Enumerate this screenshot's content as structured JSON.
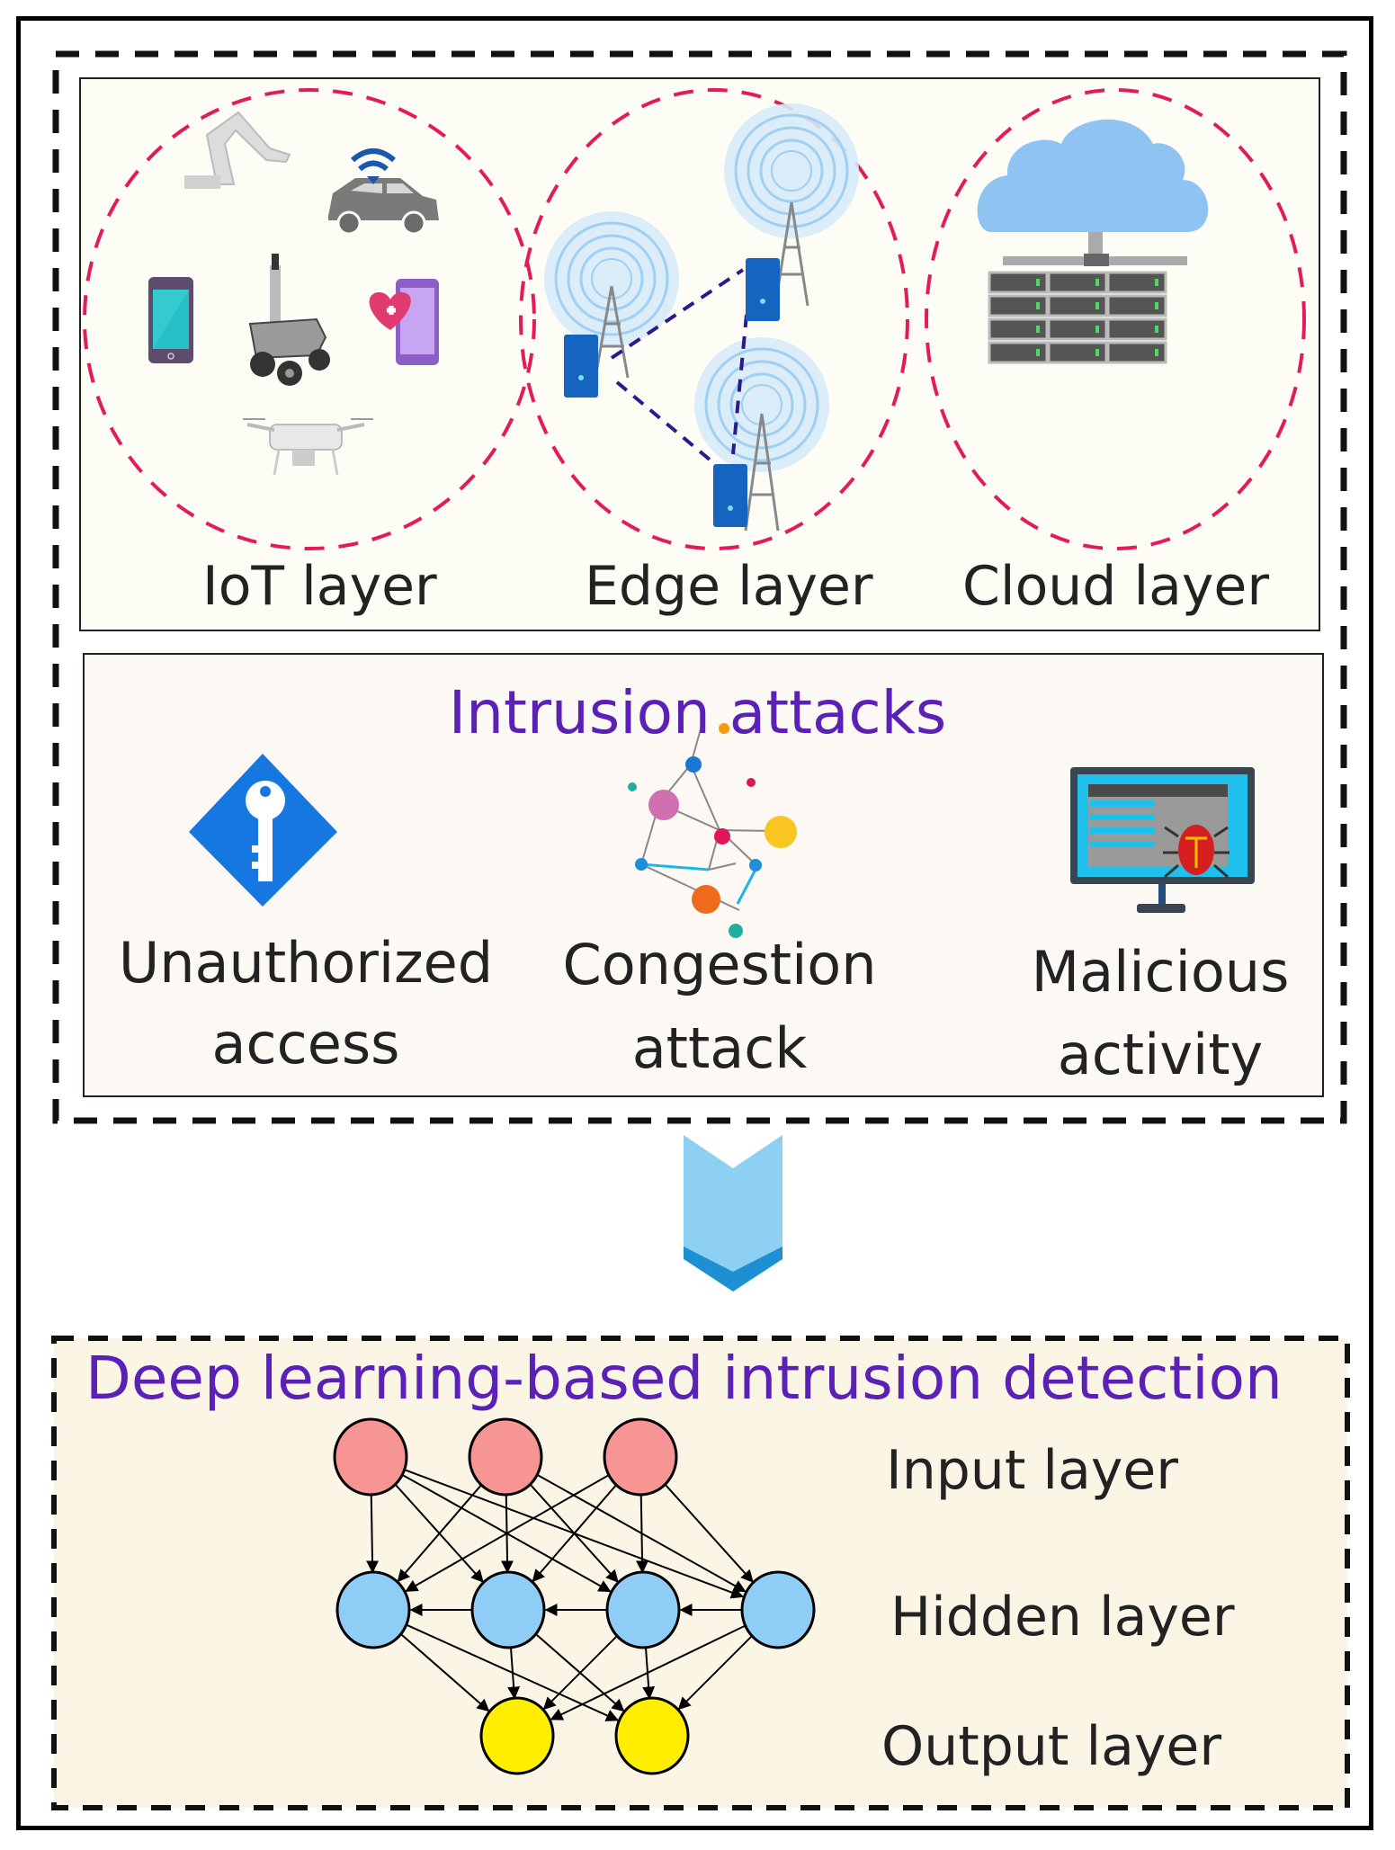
{
  "layers": {
    "iot": {
      "label": "IoT layer",
      "icons": [
        "robot-arm-icon",
        "connected-car-icon",
        "smartphone-icon",
        "rover-robot-icon",
        "health-app-icon",
        "drone-icon"
      ]
    },
    "edge": {
      "label": "Edge layer",
      "icons": [
        "cell-tower-icon",
        "edge-server-icon"
      ]
    },
    "cloud": {
      "label": "Cloud layer",
      "icons": [
        "cloud-icon",
        "server-rack-icon"
      ]
    }
  },
  "attacks": {
    "title": "Intrusion attacks",
    "items": [
      {
        "line1": "Unauthorized",
        "line2": "access",
        "icon": "key-diamond-icon"
      },
      {
        "line1": "Congestion",
        "line2": "attack",
        "icon": "network-graph-icon"
      },
      {
        "line1": "Malicious",
        "line2": "activity",
        "icon": "infected-monitor-icon"
      }
    ]
  },
  "detection": {
    "title": "Deep learning-based intrusion detection",
    "network": {
      "input_label": "Input layer",
      "hidden_label": "Hidden layer",
      "output_label": "Output layer",
      "input_nodes": 3,
      "hidden_nodes": 4,
      "output_nodes": 2
    }
  },
  "colors": {
    "accent_purple": "#5b21b6",
    "dashed_circle": "#e31b5c",
    "input_node": "#f79494",
    "hidden_node": "#8fcdf7",
    "output_node": "#ffee00",
    "arrow": "#8dd0f2"
  }
}
